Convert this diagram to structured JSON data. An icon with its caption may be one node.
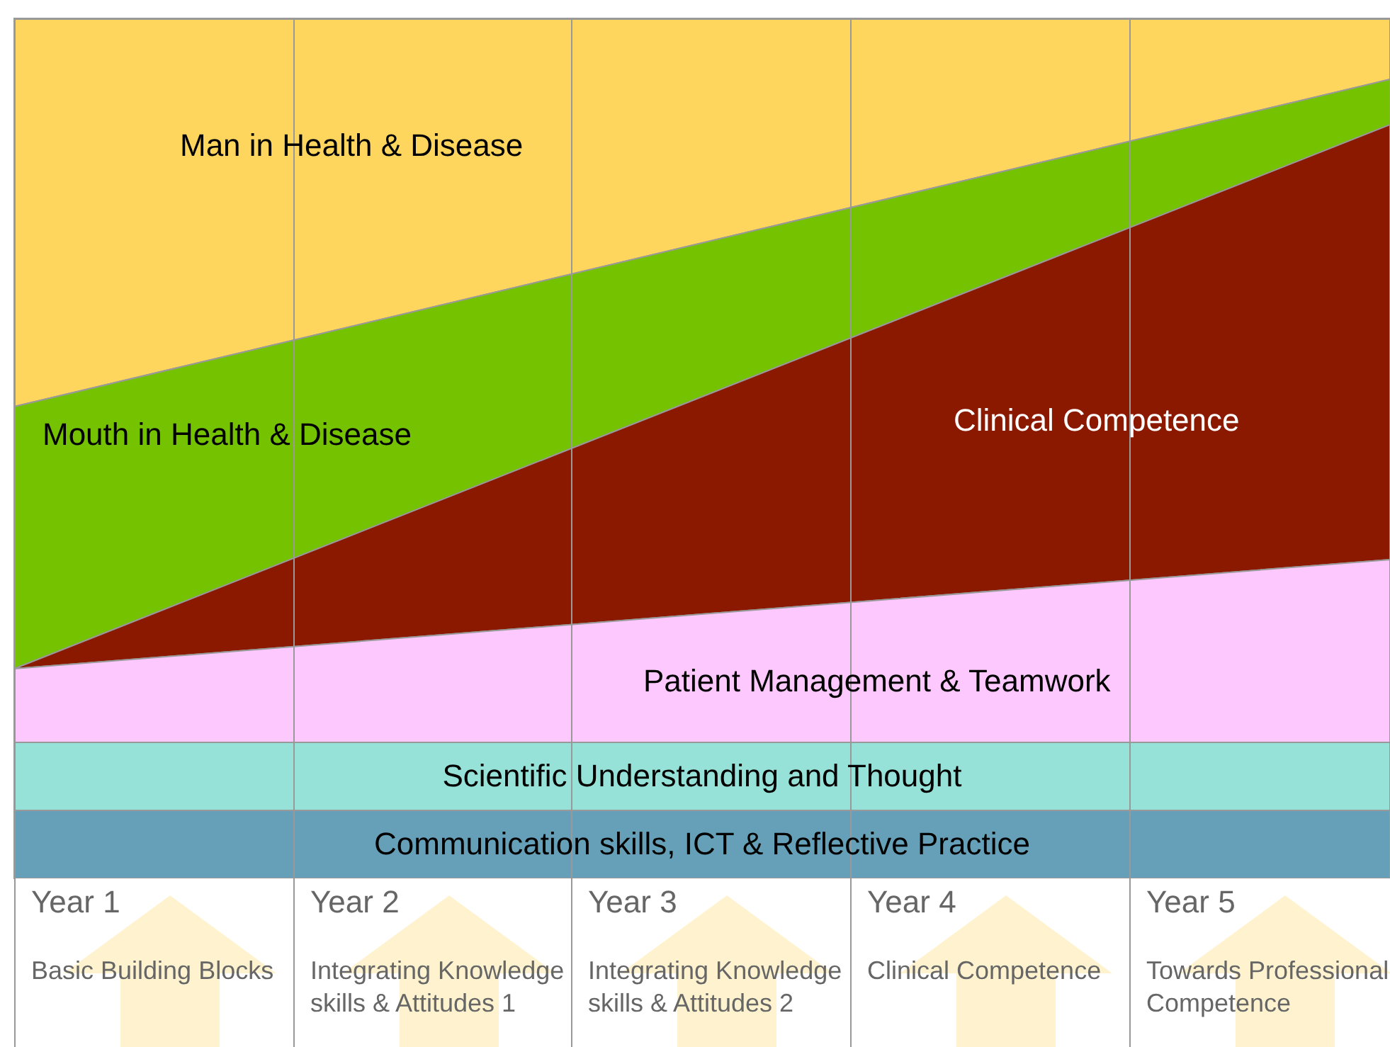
{
  "diagram": {
    "nodes": [
      {
        "text": [
          "Man in Health & Disease"
        ]
      },
      {
        "text": [
          "Mouth in Health & Disease"
        ]
      },
      {
        "text": [
          "Clinical Competence"
        ]
      },
      {
        "text": [
          "Patient Management & Teamwork"
        ]
      },
      {
        "text": [
          "Scientific Understanding and Thought"
        ]
      },
      {
        "text": [
          "Communication skills, ICT & Reflective Practice"
        ]
      },
      {
        "text": [
          "Year 1",
          "Basic Building Blocks"
        ]
      },
      {
        "text": [
          "Year 2",
          "Integrating Knowledge skills & Attitudes 1"
        ]
      },
      {
        "text": [
          "Year 3",
          "Integrating Knowledge skills & Attitudes 2"
        ]
      },
      {
        "text": [
          "Year 4",
          "Clinical Competence"
        ]
      },
      {
        "text": [
          "Year 5",
          "Towards Professional Competence"
        ]
      }
    ],
    "edges": []
  }
}
